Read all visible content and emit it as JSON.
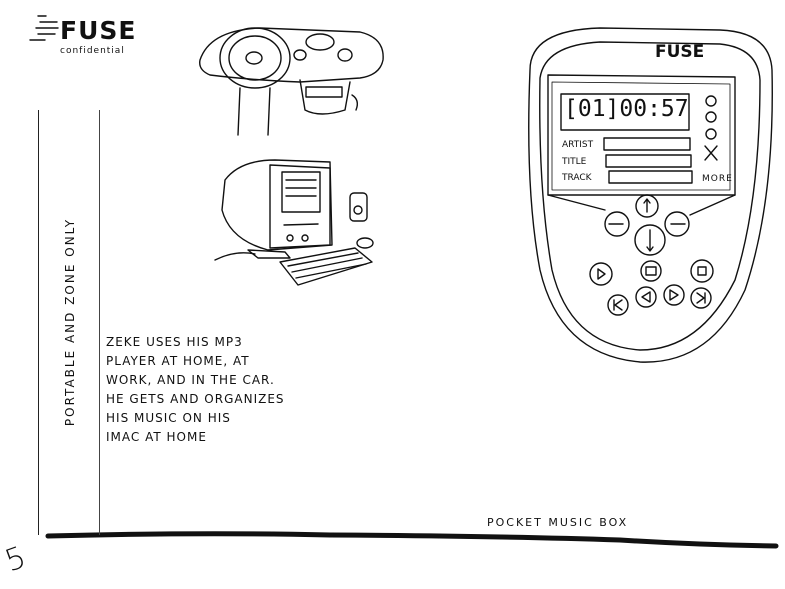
{
  "header": {
    "logo_text": "FUSE",
    "logo_subtitle": "confidential"
  },
  "sidebar": {
    "label": "Portable and Zone Only"
  },
  "description": {
    "lines": [
      "Zeke uses his MP3",
      "player at home, at",
      "work, and in the car.",
      "He gets and organizes",
      "his music on his",
      "iMac at home"
    ]
  },
  "device": {
    "brand": "FUSE",
    "display_time": "[01]00:57",
    "fields": [
      {
        "label": "Artist"
      },
      {
        "label": "Title"
      },
      {
        "label": "Track"
      }
    ],
    "more_label": "More",
    "side_icons": [
      "smiley-happy-icon",
      "smiley-neutral-icon",
      "smiley-sad-icon",
      "dancer-icon"
    ],
    "nav_buttons": [
      "up-arrow-icon",
      "left-arrow-icon",
      "right-arrow-icon",
      "down-arrow-icon"
    ],
    "transport_buttons": [
      "play-icon",
      "pause-icon",
      "stop-icon",
      "skip-back-icon",
      "rewind-icon",
      "forward-icon",
      "skip-forward-icon"
    ]
  },
  "footer": {
    "caption": "Pocket Music Box",
    "page_number": "5"
  }
}
